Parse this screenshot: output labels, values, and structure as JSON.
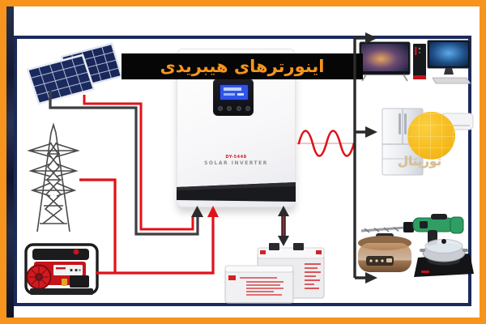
{
  "banner": {
    "text": "اینورترهای هیبریدی",
    "bg_color": "#060606",
    "text_color": "#F7941D"
  },
  "inverter": {
    "model": "DY-5448",
    "label": "SOLAR INVERTER"
  },
  "watermark": {
    "text": "تورینال"
  },
  "frame": {
    "outer_border_color": "#F7941D",
    "inner_border_color": "#1B2A5B",
    "left_strip_color": "#1A2340"
  },
  "colors": {
    "wire_red": "#E01218",
    "wire_dark": "#3E3E40",
    "load_line_black": "#2B2B2B",
    "solar_panel_blue": "#18265A",
    "watermark_yellow": "#F6BC1F",
    "generator_red": "#C5151C"
  },
  "components": {
    "sources": [
      "solar-panel-array",
      "utility-grid-tower",
      "gasoline-generator"
    ],
    "converter": "hybrid-solar-inverter",
    "storage": "battery-bank",
    "signal": "ac-sine-wave",
    "loads": [
      "television-and-computer",
      "refrigerator-and-air-conditioner",
      "drill-rice-cooker-induction-cooktop"
    ]
  }
}
